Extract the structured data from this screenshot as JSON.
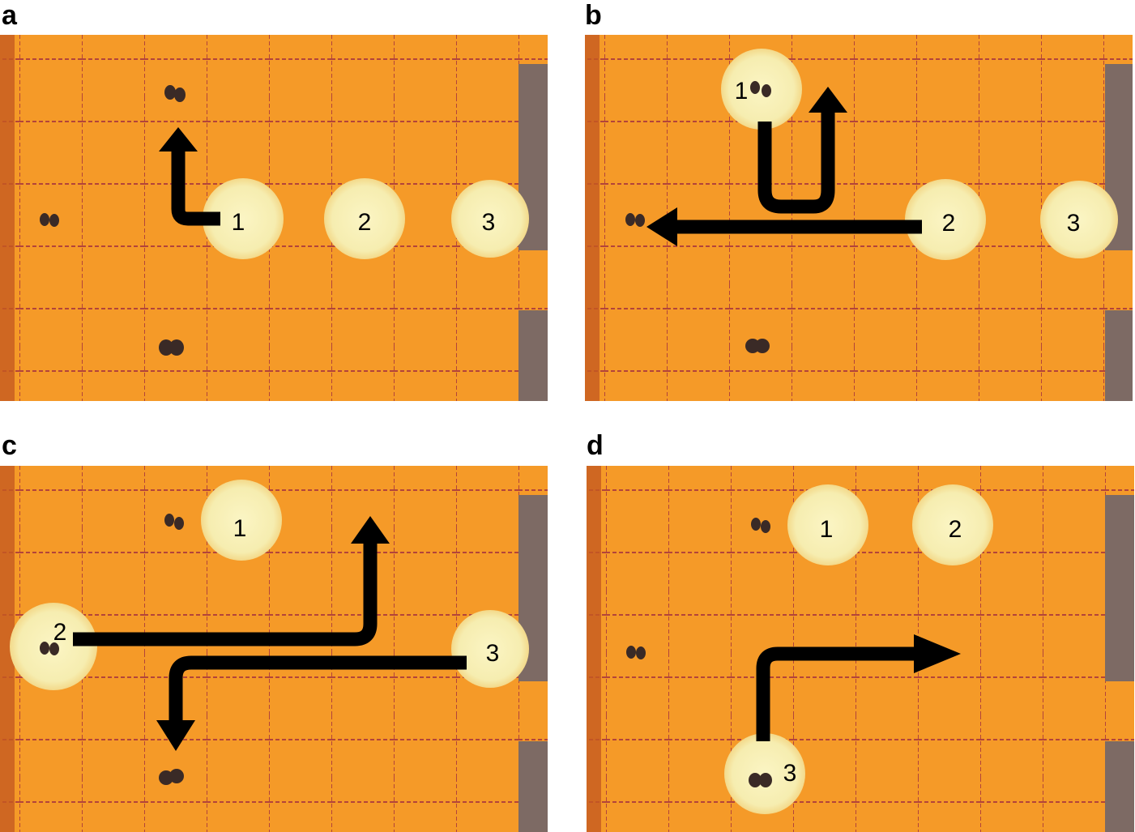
{
  "panels": [
    {
      "label": "a",
      "droplets": [
        "1",
        "2",
        "3"
      ]
    },
    {
      "label": "b",
      "droplets": [
        "1",
        "2",
        "3"
      ]
    },
    {
      "label": "c",
      "droplets": [
        "1",
        "2",
        "3"
      ]
    },
    {
      "label": "d",
      "droplets": [
        "1",
        "2",
        "3"
      ]
    }
  ],
  "colors": {
    "substrate": "#f59a28",
    "grid_line": "#b3443a",
    "droplet": "#f6f0b4",
    "particle": "#3a2a26",
    "arrow": "#000000",
    "edge_strip": "#7d6a64"
  }
}
